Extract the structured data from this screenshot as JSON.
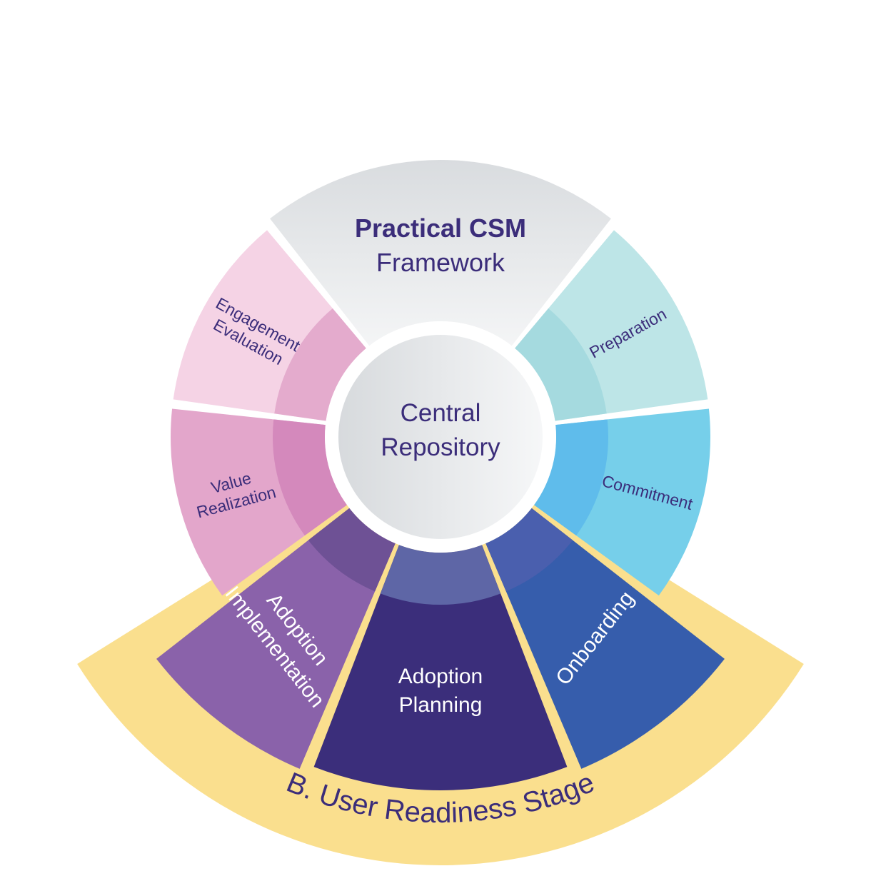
{
  "diagram": {
    "title": {
      "line1": "Practical CSM",
      "line2": "Framework"
    },
    "center": {
      "line1": "Central",
      "line2": "Repository"
    },
    "stage_band": {
      "label": "B. User Readiness Stage",
      "color": "#FADF8E"
    },
    "text_color": "#3B2D7A",
    "segments": [
      {
        "id": "framework",
        "lines": [],
        "color": "#DDE0E3",
        "color_light": "#F3F4F5",
        "inner": "#E8EAEC"
      },
      {
        "id": "preparation",
        "lines": [
          "Preparation"
        ],
        "color": "#BDE5E7",
        "inner": "#A5DADF",
        "text_color": "#3B2D7A"
      },
      {
        "id": "commitment",
        "lines": [
          "Commitment"
        ],
        "color": "#76CFEA",
        "inner": "#5FBCEB",
        "text_color": "#3B2D7A"
      },
      {
        "id": "onboarding",
        "lines": [
          "Onboarding"
        ],
        "color": "#365DAC",
        "inner": "#4A5FAE",
        "text_color": "#FFFFFF"
      },
      {
        "id": "adoption-planning",
        "lines": [
          "Adoption",
          "Planning"
        ],
        "color": "#3B2E7B",
        "inner": "#5E66A6",
        "text_color": "#FFFFFF"
      },
      {
        "id": "adoption-implementation",
        "lines": [
          "Adoption",
          "Implementation"
        ],
        "color": "#8A62AA",
        "inner": "#6E5195",
        "text_color": "#FFFFFF"
      },
      {
        "id": "value-realization",
        "lines": [
          "Value",
          "Realization"
        ],
        "color": "#E3A6CB",
        "inner": "#D489BC",
        "text_color": "#3B2D7A"
      },
      {
        "id": "engagement-evaluation",
        "lines": [
          "Engagement",
          "Evaluation"
        ],
        "color": "#F5D3E5",
        "inner": "#E4ABCD",
        "text_color": "#3B2D7A"
      }
    ]
  }
}
